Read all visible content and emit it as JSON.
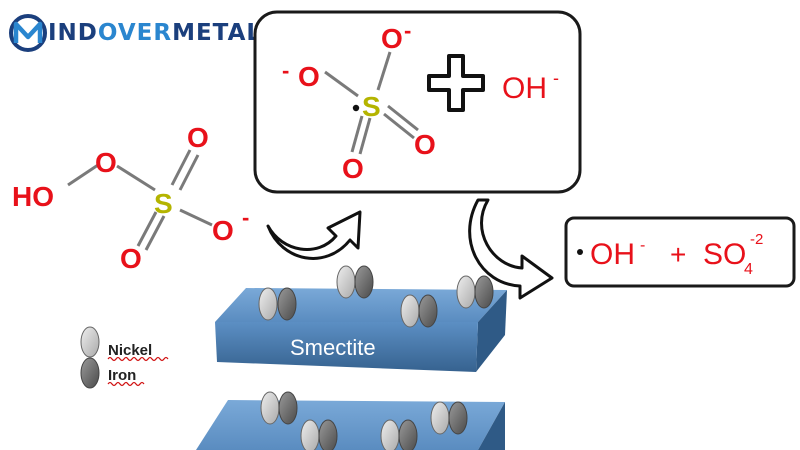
{
  "logo": {
    "part1": "IND",
    "part2": "OVER",
    "part3": "METAL",
    "mark": "M",
    "colors": {
      "dark": "#1b3f7d",
      "light": "#2a86cf"
    }
  },
  "persulfate": {
    "ho": "HO",
    "o": "O",
    "s": "S",
    "charge": "-"
  },
  "radical_box": {
    "o": "O",
    "s": "S",
    "charge": "-",
    "plus": "+",
    "oh": "OH",
    "oh_charge": "-"
  },
  "products_box": {
    "dot": "•",
    "oh": "OH",
    "oh_charge": "-",
    "plus": "+",
    "so": "SO",
    "subscript": "4",
    "superscript": "-2"
  },
  "slab": {
    "label": "Smectite",
    "color": "#5f91c4"
  },
  "legend": {
    "nickel": "Nickel",
    "iron": "Iron",
    "nickel_color": "#c8c8c8",
    "iron_color": "#6e6e6e"
  },
  "colors": {
    "oxygen": "#e8111a",
    "sulfur": "#b4b400",
    "bond": "#7a7a7a"
  }
}
